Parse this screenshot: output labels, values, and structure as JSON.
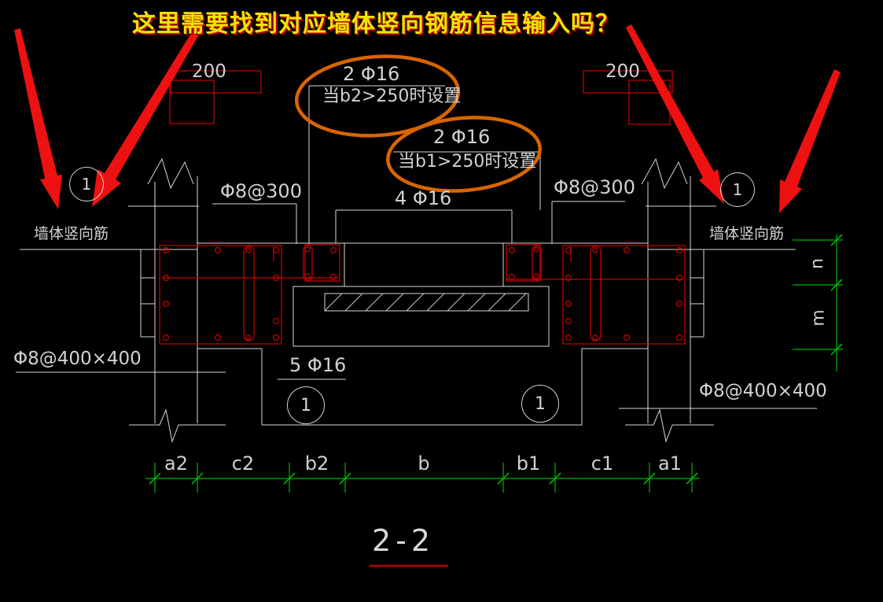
{
  "title_note": "这里需要找到对应墙体竖向钢筋信息输入吗？",
  "callouts": {
    "dim_left": "200",
    "dim_right": "200",
    "note_b2_bars": "2 Φ16",
    "note_b2_condition": "当b2>250时设置",
    "note_b1_bars": "2 Φ16",
    "note_b1_condition": "当b1>250时设置",
    "stirrup_left": "Φ8@300",
    "stirrup_right": "Φ8@300",
    "top_bars": "4 Φ16",
    "bottom_bars": "5 Φ16",
    "wall_rebar_left": "墙体竖向筋",
    "wall_rebar_right": "墙体竖向筋",
    "mesh_left": "Φ8@400×400",
    "mesh_right": "Φ8@400×400",
    "bubble": "1"
  },
  "dimensions": {
    "bottom": [
      "a2",
      "c2",
      "b2",
      "b",
      "b1",
      "c1",
      "a1"
    ],
    "right": [
      "n",
      "m"
    ]
  },
  "section_title": "2-2",
  "colors": {
    "background": "#000000",
    "line": "#d9d9d9",
    "rebar": "#c40000",
    "arrow": "#ee1111",
    "highlight": "#d96400",
    "dimension": "#00b300",
    "note_text": "#efe400"
  }
}
